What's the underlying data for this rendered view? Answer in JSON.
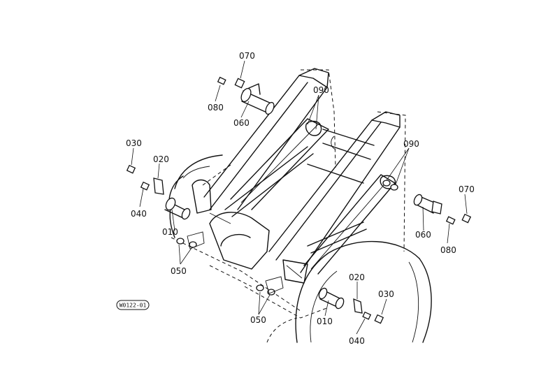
{
  "callouts": [
    {
      "id": "c070a",
      "text": "070"
    },
    {
      "id": "c080a",
      "text": "080"
    },
    {
      "id": "c060a",
      "text": "060"
    },
    {
      "id": "c090a",
      "text": "090"
    },
    {
      "id": "c030a",
      "text": "030"
    },
    {
      "id": "c020a",
      "text": "020"
    },
    {
      "id": "c040a",
      "text": "040"
    },
    {
      "id": "c010a",
      "text": "010"
    },
    {
      "id": "c050a",
      "text": "050"
    },
    {
      "id": "c090b",
      "text": "090"
    },
    {
      "id": "c070b",
      "text": "070"
    },
    {
      "id": "c060b",
      "text": "060"
    },
    {
      "id": "c080b",
      "text": "080"
    },
    {
      "id": "c020b",
      "text": "020"
    },
    {
      "id": "c030b",
      "text": "030"
    },
    {
      "id": "c050b",
      "text": "050"
    },
    {
      "id": "c010b",
      "text": "010"
    },
    {
      "id": "c040b",
      "text": "040"
    }
  ],
  "drawing_number": "W0122-01"
}
